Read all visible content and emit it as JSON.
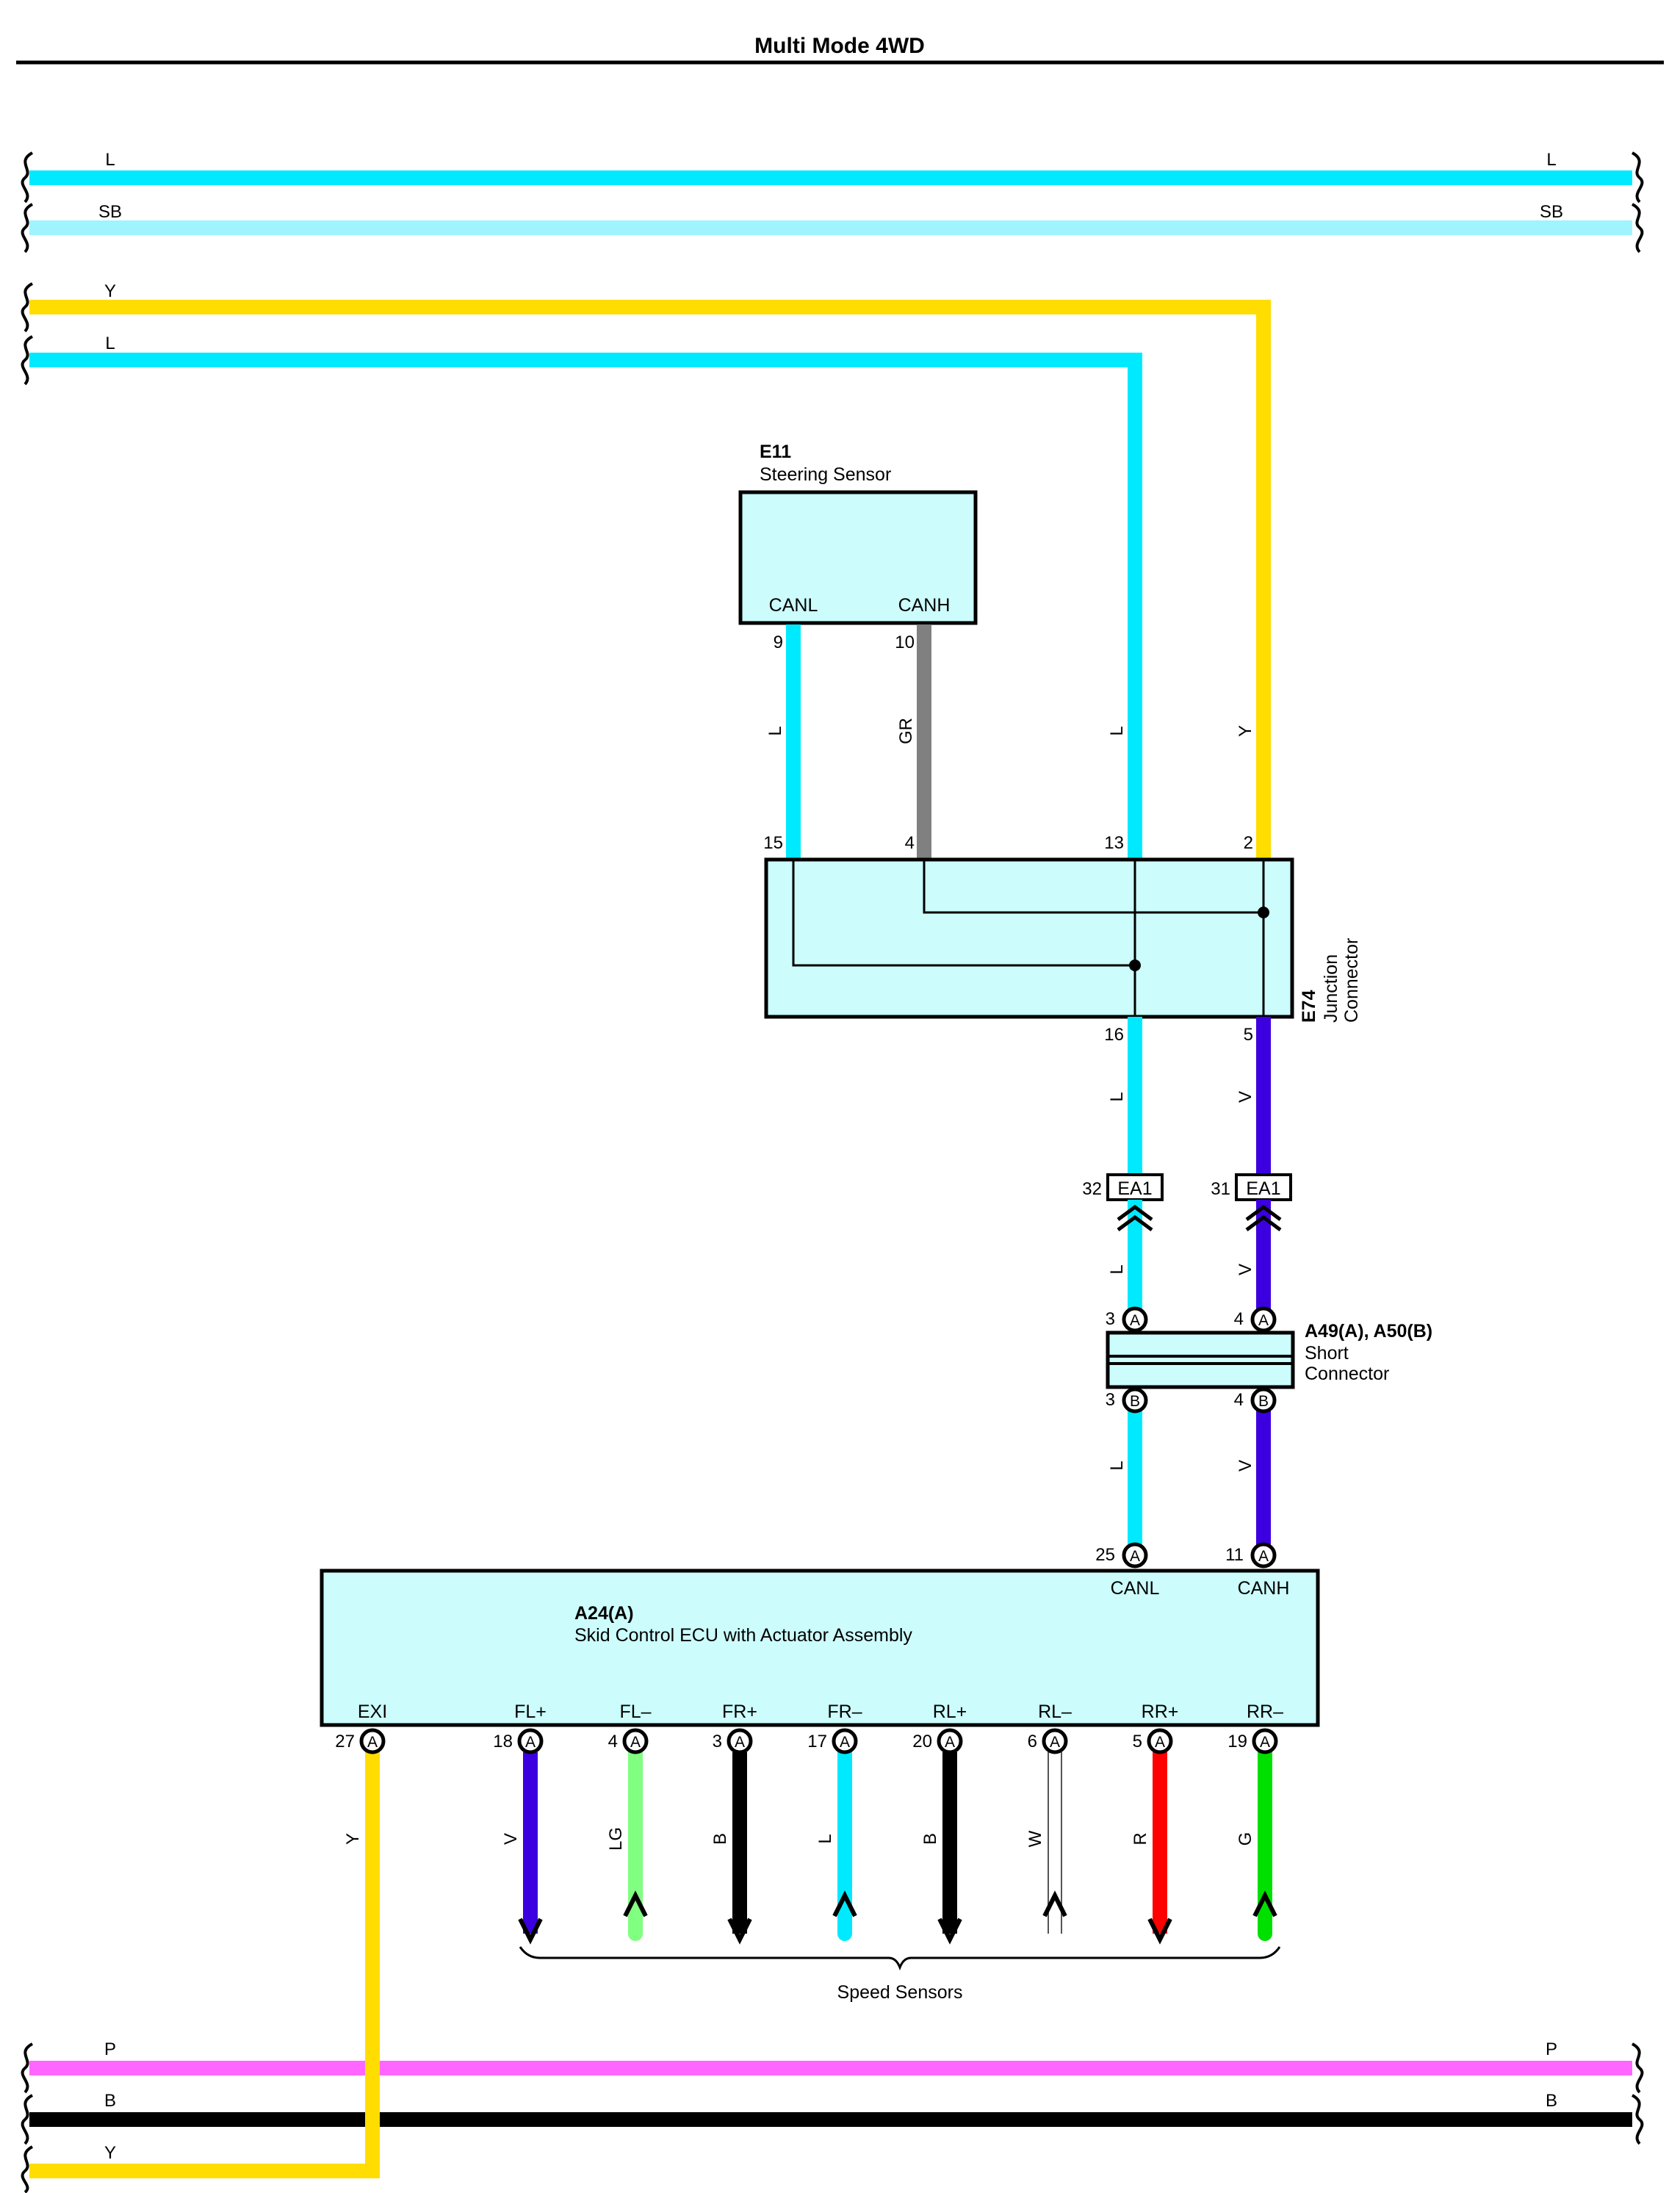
{
  "title": "Multi Mode 4WD",
  "colors": {
    "L": "#00eaff",
    "SB": "#9ff4ff",
    "Y": "#ffdd00",
    "GR": "#808080",
    "V": "#3c00e0",
    "LG": "#80ff80",
    "B": "#000000",
    "W": "#ffffff",
    "R": "#ff0000",
    "G": "#00e000",
    "P": "#ff66ff",
    "component_fill": "#ccfcfc"
  },
  "bus_wires": {
    "L": "L",
    "SB": "SB",
    "Y": "Y",
    "P": "P",
    "B": "B"
  },
  "e11": {
    "code": "E11",
    "name": "Steering Sensor",
    "pin_canl": "CANL",
    "pin_canh": "CANH",
    "num_canl": "9",
    "num_canh": "10",
    "wire_canl": "L",
    "wire_canh": "GR"
  },
  "e74": {
    "code": "E74",
    "name_line1": "Junction",
    "name_line2": "Connector",
    "pin_15": "15",
    "pin_4": "4",
    "pin_13": "13",
    "pin_2": "2",
    "pin_16": "16",
    "pin_5": "5",
    "wire_13": "L",
    "wire_2": "Y",
    "wire_16": "L",
    "wire_5": "V"
  },
  "ea1": {
    "code": "EA1",
    "pin_left": "32",
    "pin_right": "31",
    "wire_left": "L",
    "wire_right": "V"
  },
  "short_connector": {
    "code": "A49(A), A50(B)",
    "name_line1": "Short",
    "name_line2": "Connector",
    "pin_a": "A",
    "pin_b": "B",
    "num_left_top": "3",
    "num_right_top": "4",
    "num_left_bottom": "3",
    "num_right_bottom": "4",
    "wire_left": "L",
    "wire_right": "V"
  },
  "a24": {
    "code": "A24(A)",
    "name": "Skid Control ECU with Actuator Assembly",
    "pin_canl": "CANL",
    "pin_canh": "CANH",
    "num_canl": "25",
    "num_canh": "11",
    "pin_letter": "A",
    "pins": [
      {
        "label": "EXI",
        "num": "27",
        "wire": "Y"
      },
      {
        "label": "FL+",
        "num": "18",
        "wire": "V"
      },
      {
        "label": "FL–",
        "num": "4",
        "wire": "LG"
      },
      {
        "label": "FR+",
        "num": "3",
        "wire": "B"
      },
      {
        "label": "FR–",
        "num": "17",
        "wire": "L"
      },
      {
        "label": "RL+",
        "num": "20",
        "wire": "B"
      },
      {
        "label": "RL–",
        "num": "6",
        "wire": "W"
      },
      {
        "label": "RR+",
        "num": "5",
        "wire": "R"
      },
      {
        "label": "RR–",
        "num": "19",
        "wire": "G"
      }
    ]
  },
  "speed_sensors_label": "Speed Sensors"
}
